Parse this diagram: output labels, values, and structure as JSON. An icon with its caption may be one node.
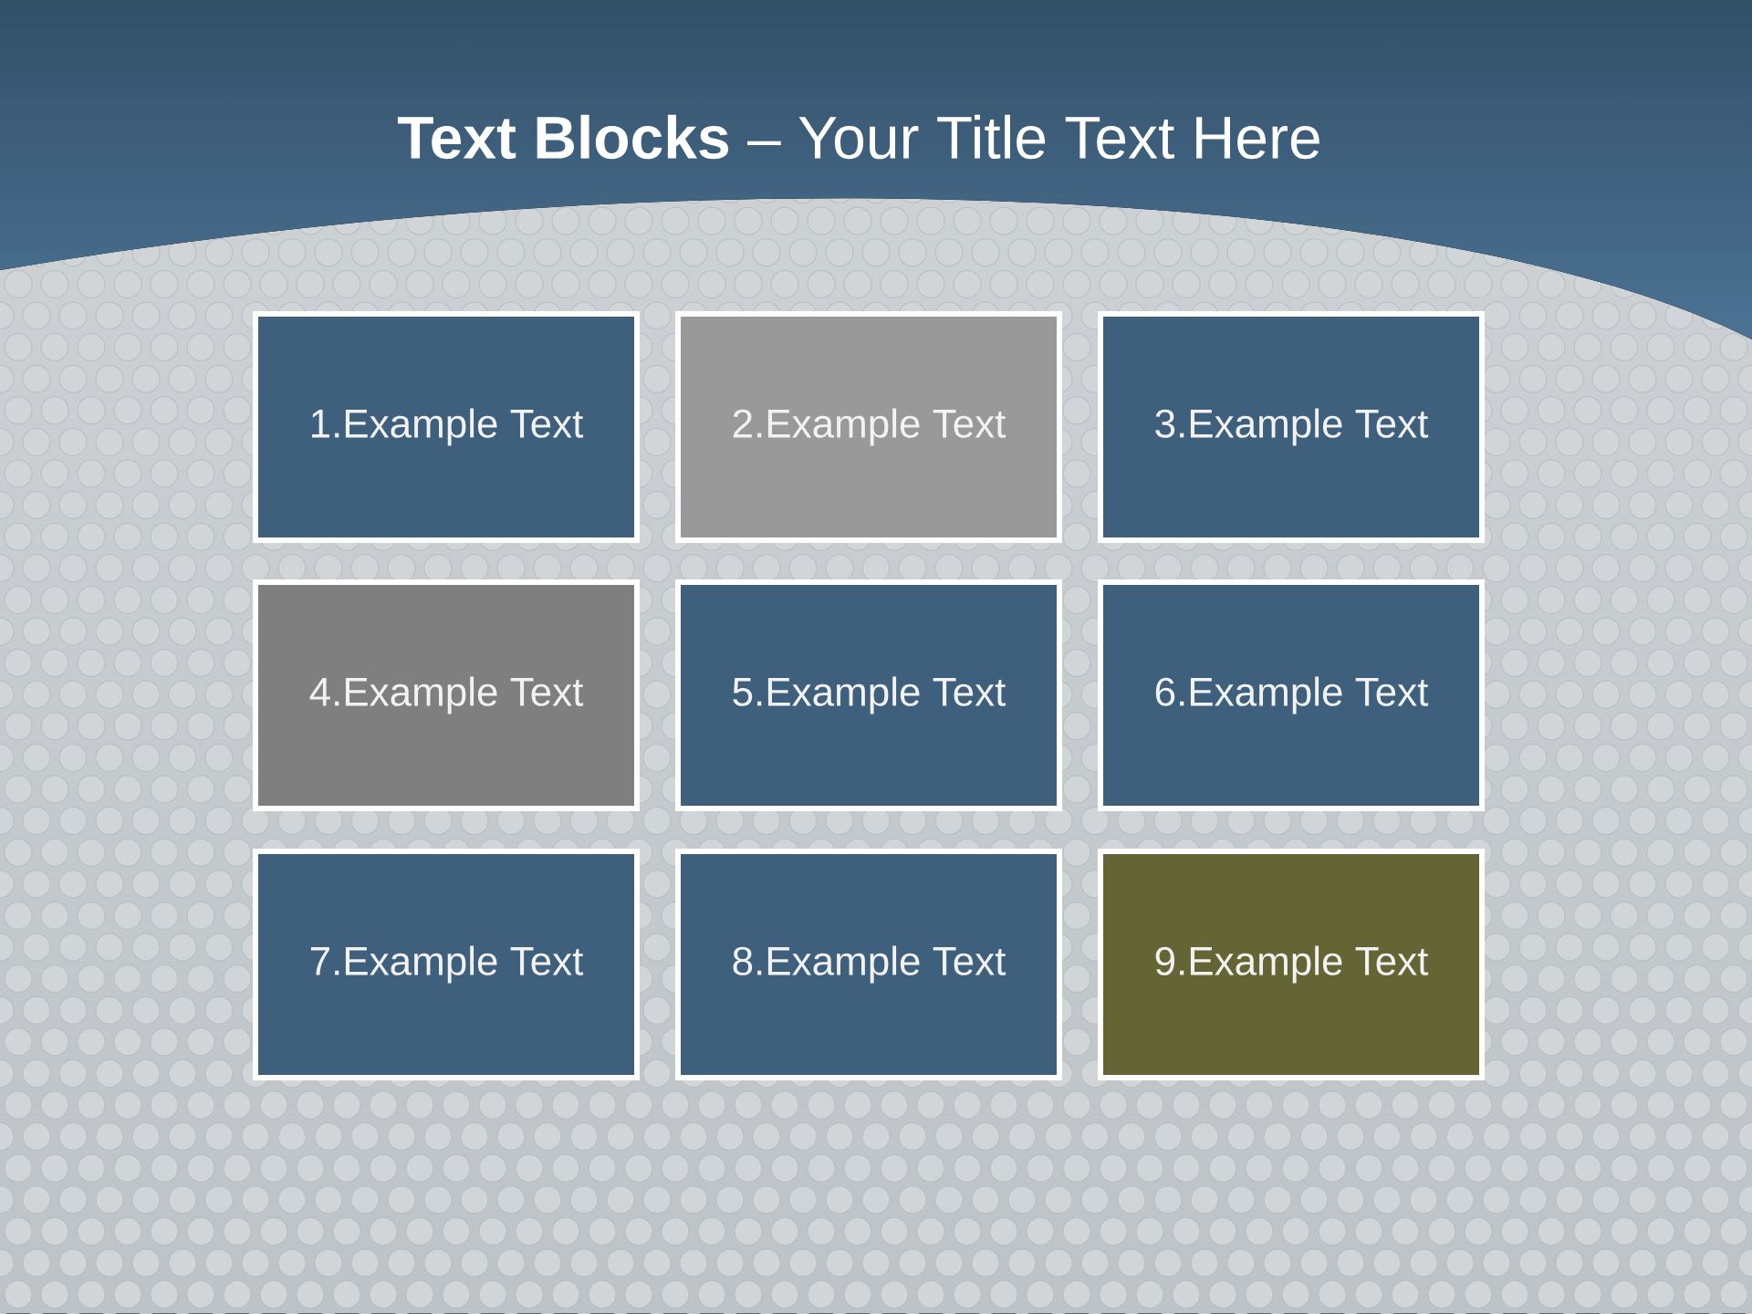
{
  "diagram": {
    "title": "**Text Blocks** – Your Title Text Here",
    "nodes": [
      {
        "text": [
          "1.Example Text"
        ]
      },
      {
        "text": [
          "2.Example Text"
        ]
      },
      {
        "text": [
          "3.Example Text"
        ]
      },
      {
        "text": [
          "4.Example Text"
        ]
      },
      {
        "text": [
          "5.Example Text"
        ]
      },
      {
        "text": [
          "6.Example Text"
        ]
      },
      {
        "text": [
          "7.Example Text"
        ]
      },
      {
        "text": [
          "8.Example Text"
        ]
      },
      {
        "text": [
          "9.Example Text"
        ]
      }
    ]
  }
}
